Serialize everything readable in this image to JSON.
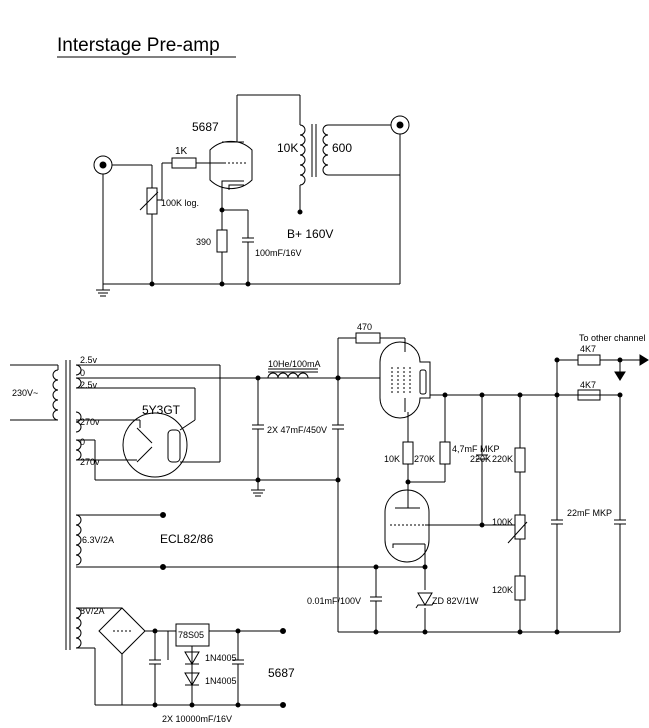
{
  "title": "Interstage Pre-amp",
  "top_circuit": {
    "tube": "5687",
    "grid_resistor": "1K",
    "volume_pot": "100K log.",
    "cathode_resistor": "390",
    "cathode_cap": "100mF/16V",
    "xfmr_primary": "10K",
    "xfmr_secondary": "600",
    "supply": "B+ 160V"
  },
  "power_supply": {
    "mains": "230V~",
    "taps": [
      "2.5v",
      "0",
      "2.5v",
      "270v",
      "0",
      "270v"
    ],
    "rectifier": "5Y3GT",
    "choke": "10He/100mA",
    "filter_caps": "2X 47mF/450V",
    "heater_winding": "6.3V/2A",
    "heater_tube": "ECL82/86",
    "aux_winding": "8V/2A",
    "regulator": "78S05",
    "diode1": "1N4005",
    "diode2": "1N4005",
    "aux_tube": "5687",
    "aux_caps": "2X 10000mF/16V"
  },
  "regulator_section": {
    "series_resistor": "470",
    "screen_resistor": "10K",
    "plate_resistor": "270K",
    "coupling_cap": "4,7mF MKP",
    "bypass_cap": "220K",
    "divider_top": "220K",
    "divider_pot": "100K",
    "divider_bottom": "120K",
    "cathode_cap": "0.01mF/100V",
    "zener": "ZD 82V/1W",
    "decoupling_cap": "22mF MKP",
    "out_resistor1": "4K7",
    "out_resistor2": "4K7",
    "other_channel": "To other channel"
  }
}
